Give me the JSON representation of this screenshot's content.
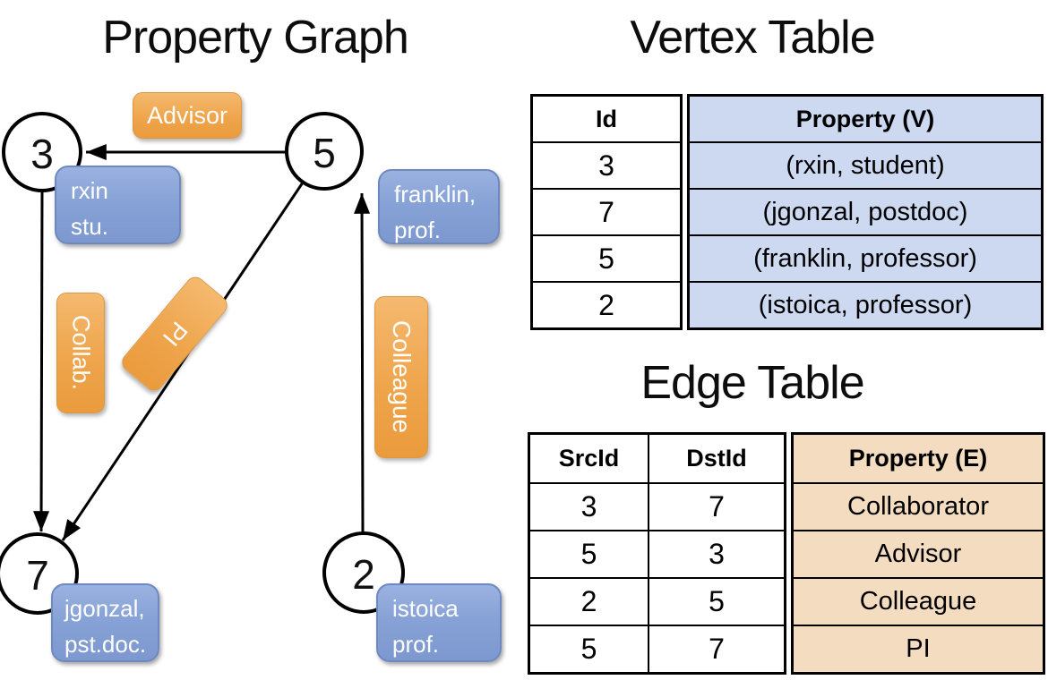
{
  "titles": {
    "graph": "Property Graph",
    "vertex": "Vertex Table",
    "edge": "Edge Table"
  },
  "graph": {
    "nodes": [
      {
        "id": "3",
        "label_line1": "rxin",
        "label_line2": "stu."
      },
      {
        "id": "5",
        "label_line1": "franklin,",
        "label_line2": "prof."
      },
      {
        "id": "7",
        "label_line1": "jgonzal,",
        "label_line2": "pst.doc."
      },
      {
        "id": "2",
        "label_line1": "istoica",
        "label_line2": "prof."
      }
    ],
    "edges": [
      {
        "label": "Advisor",
        "from": "5",
        "to": "3"
      },
      {
        "label": "Collab.",
        "from": "3",
        "to": "7"
      },
      {
        "label": "PI",
        "from": "5",
        "to": "7"
      },
      {
        "label": "Colleague",
        "from": "2",
        "to": "5"
      }
    ]
  },
  "vertex_table": {
    "header_id": "Id",
    "header_property": "Property (V)",
    "rows": [
      [
        "3",
        "(rxin, student)"
      ],
      [
        "7",
        "(jgonzal, postdoc)"
      ],
      [
        "5",
        "(franklin, professor)"
      ],
      [
        "2",
        "(istoica, professor)"
      ]
    ]
  },
  "edge_table": {
    "header_src": "SrcId",
    "header_dst": "DstId",
    "header_property": "Property (E)",
    "rows": [
      [
        "3",
        "7",
        "Collaborator"
      ],
      [
        "5",
        "3",
        "Advisor"
      ],
      [
        "2",
        "5",
        "Colleague"
      ],
      [
        "5",
        "7",
        "PI"
      ]
    ]
  },
  "colors": {
    "edge_label_orange": "#EC9D41",
    "property_box_blue": "#7E9AD0",
    "vertex_cell_bg": "#CDD9F1",
    "edge_cell_bg": "#F4DCC0",
    "line": "#000000",
    "text_on_boxes": "#FFFFFF"
  }
}
